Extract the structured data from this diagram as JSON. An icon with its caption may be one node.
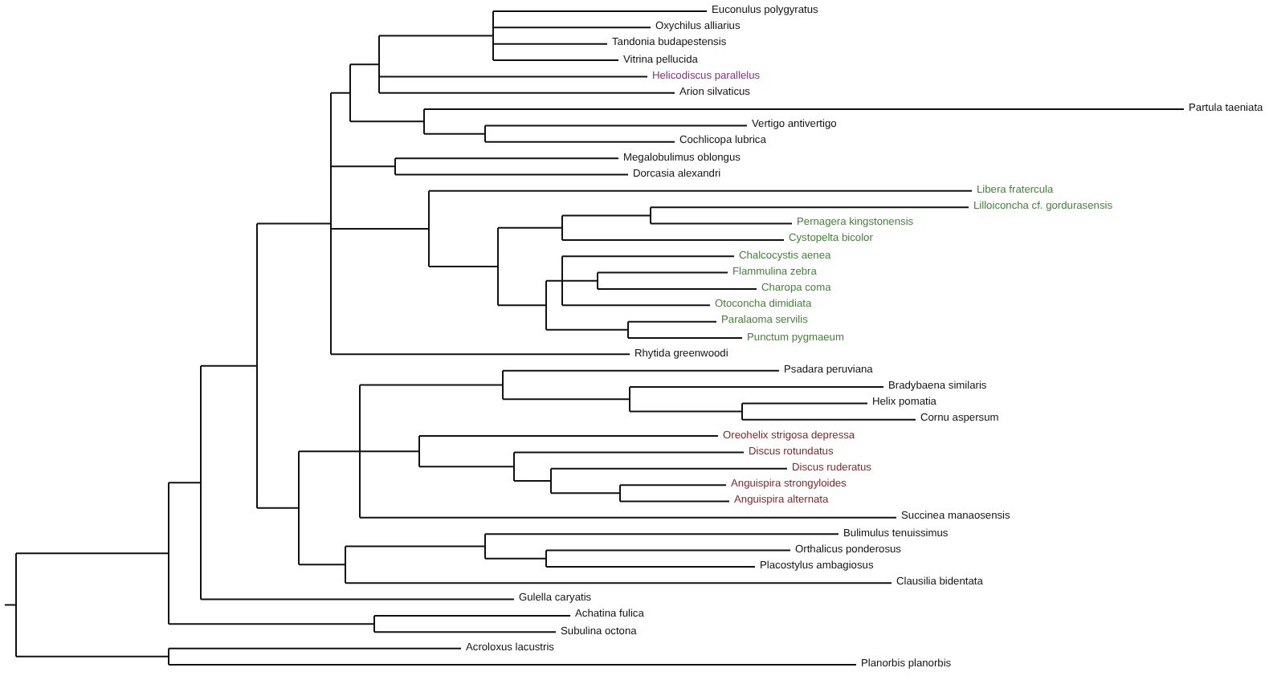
{
  "diagram": {
    "labels": [
      "Euconulus polygyratus",
      "Oxychilus alliarius",
      "Tandonia budapestensis",
      "Vitrina pellucida",
      "Helicodiscus parallelus",
      "Arion silvaticus",
      "Partula taeniata",
      "Vertigo antivertigo",
      "Cochlicopa lubrica",
      "Megalobulimus oblongus",
      "Dorcasia alexandri",
      "Libera fratercula",
      "Lilloiconcha cf. gordurasensis",
      "Pernagera kingstonensis",
      "Cystopelta bicolor",
      "Chalcocystis aenea",
      "Flammulina zebra",
      "Charopa coma",
      "Otoconcha dimidiata",
      "Paralaoma servilis",
      "Punctum pygmaeum",
      "Rhytida greenwoodi",
      "Psadara peruviana",
      "Bradybaena similaris",
      "Helix pomatia",
      "Cornu aspersum",
      "Oreohelix strigosa depressa",
      "Discus rotundatus",
      "Discus ruderatus",
      "Anguispira strongyloides",
      "Anguispira alternata",
      "Succinea manaosensis",
      "Bulimulus tenuissimus",
      "Orthalicus ponderosus",
      "Placostylus ambagiosus",
      "Clausilia bidentata",
      "Gulella caryatis",
      "Achatina fulica",
      "Subulina octona",
      "Acroloxus lacustris",
      "Planorbis planorbis"
    ]
  }
}
